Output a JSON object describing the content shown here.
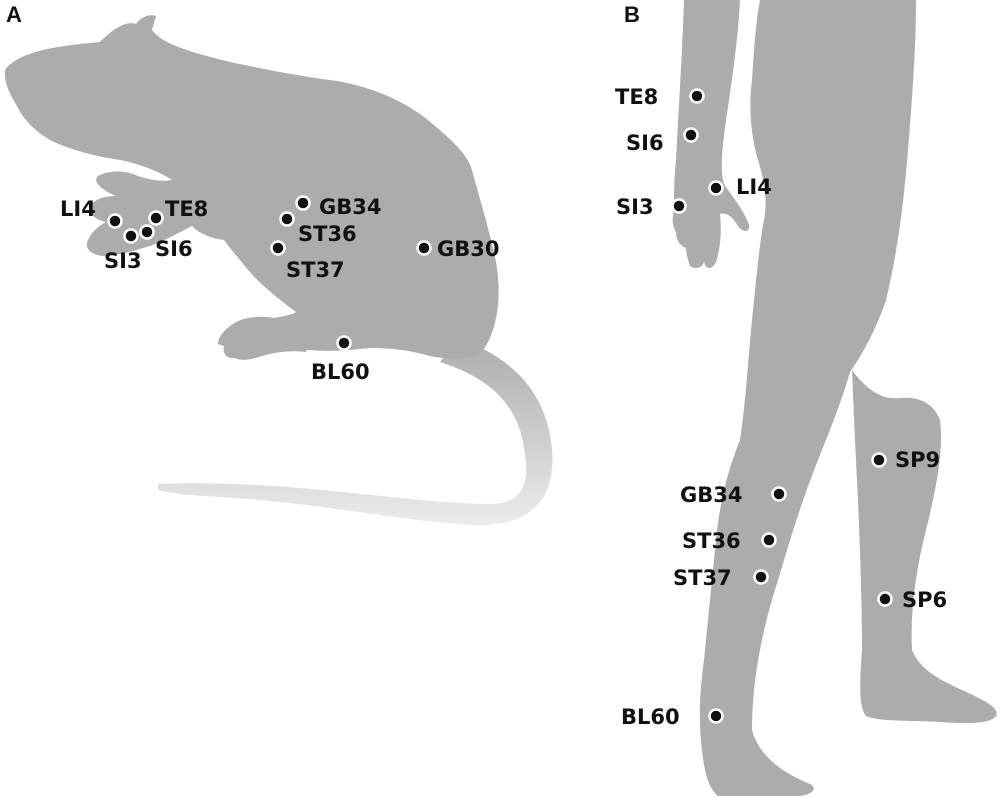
{
  "panels": [
    {
      "letter": "A",
      "subject": "rat",
      "points": [
        "LI4",
        "TE8",
        "SI3",
        "SI6",
        "GB34",
        "ST36",
        "ST37",
        "GB30",
        "BL60"
      ]
    },
    {
      "letter": "B",
      "subject": "human",
      "points": [
        "TE8",
        "SI6",
        "LI4",
        "SI3",
        "SP9",
        "GB34",
        "ST36",
        "ST37",
        "SP6",
        "BL60"
      ]
    }
  ],
  "colors": {
    "silhouette": "#acacac",
    "dot": "#111111",
    "text": "#111111"
  }
}
